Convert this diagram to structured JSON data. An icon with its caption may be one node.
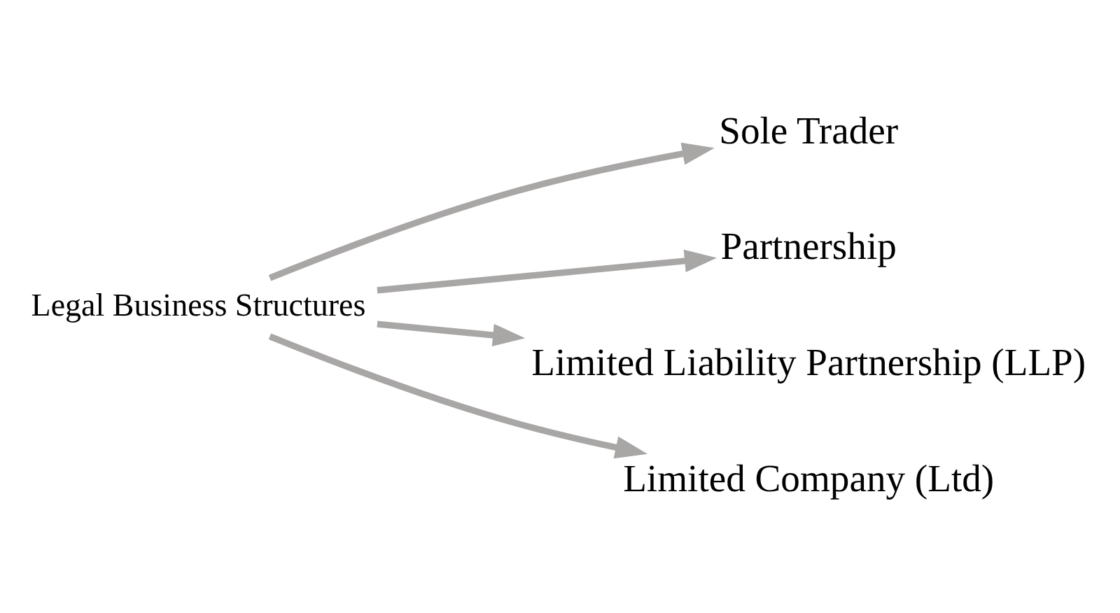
{
  "diagram": {
    "nodes": [
      {
        "text": [
          "Legal Business Structures"
        ]
      },
      {
        "text": [
          "Sole Trader"
        ]
      },
      {
        "text": [
          "Partnership"
        ]
      },
      {
        "text": [
          "Limited Liability Partnership (LLP)"
        ]
      },
      {
        "text": [
          "Limited Company (Ltd)"
        ]
      }
    ],
    "edges": [
      {
        "from": 0,
        "to": 1,
        "arrow": "to"
      },
      {
        "from": 0,
        "to": 2,
        "arrow": "to"
      },
      {
        "from": 0,
        "to": 3,
        "arrow": "to"
      },
      {
        "from": 0,
        "to": 4,
        "arrow": "to"
      }
    ]
  }
}
